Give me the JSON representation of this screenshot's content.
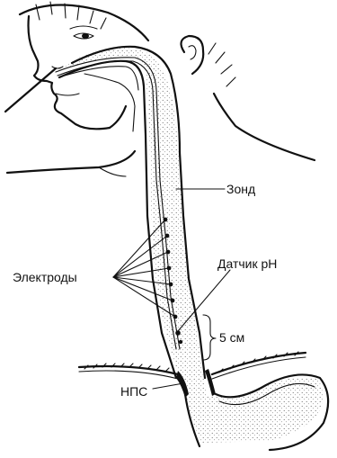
{
  "labels": {
    "probe": "Зонд",
    "electrodes": "Электроды",
    "ph_sensor": "Датчик рН",
    "distance": "5 см",
    "les": "НПС"
  },
  "colors": {
    "ink": "#111111",
    "stipple": "#555555"
  }
}
